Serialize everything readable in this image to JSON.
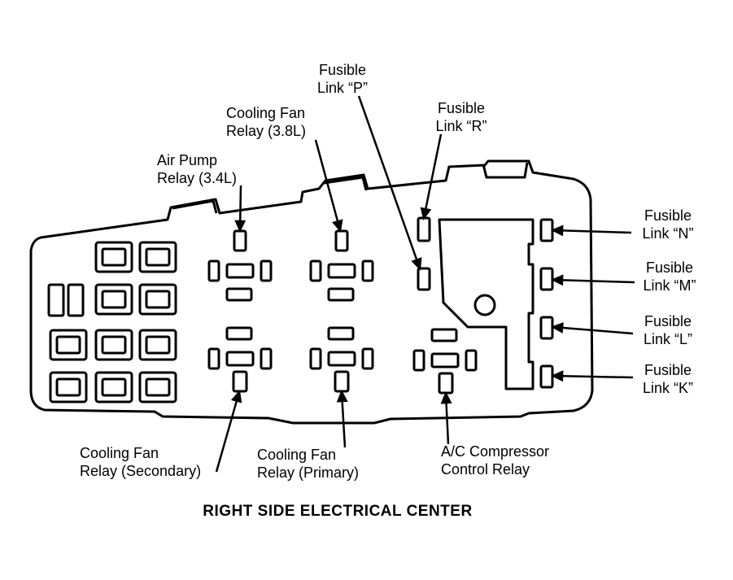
{
  "caption": "RIGHT SIDE ELECTRICAL CENTER",
  "labels": {
    "fusible_link_p": [
      "Fusible",
      "Link “P”"
    ],
    "fusible_link_r": [
      "Fusible",
      "Link “R”"
    ],
    "cooling_fan_relay_38": [
      "Cooling Fan",
      "Relay (3.8L)"
    ],
    "air_pump_relay": [
      "Air Pump",
      "Relay (3.4L)"
    ],
    "fusible_link_n": [
      "Fusible",
      "Link “N”"
    ],
    "fusible_link_m": [
      "Fusible",
      "Link “M”"
    ],
    "fusible_link_l": [
      "Fusible",
      "Link “L”"
    ],
    "fusible_link_k": [
      "Fusible",
      "Link “K”"
    ],
    "cooling_fan_relay_secondary": [
      "Cooling Fan",
      "Relay (Secondary)"
    ],
    "cooling_fan_relay_primary": [
      "Cooling Fan",
      "Relay (Primary)"
    ],
    "ac_compressor_relay": [
      "A/C Compressor",
      "Control Relay"
    ]
  }
}
